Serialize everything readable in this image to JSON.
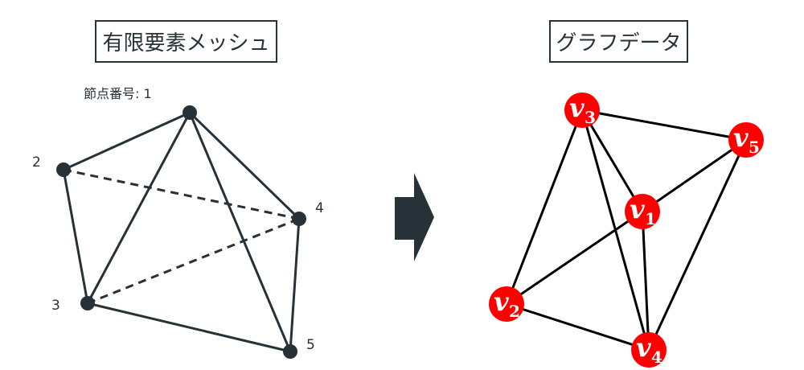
{
  "left": {
    "title": "有限要素メッシュ",
    "node_caption": "節点番号: 1",
    "node_labels": [
      "2",
      "3",
      "4",
      "5"
    ],
    "solid_edges": [
      [
        1,
        2
      ],
      [
        1,
        3
      ],
      [
        1,
        4
      ],
      [
        1,
        5
      ],
      [
        2,
        3
      ],
      [
        3,
        5
      ],
      [
        4,
        5
      ]
    ],
    "dashed_edges": [
      [
        2,
        4
      ],
      [
        3,
        4
      ]
    ]
  },
  "right": {
    "title": "グラフデータ",
    "vertices": [
      {
        "name": "v",
        "sub": "1"
      },
      {
        "name": "v",
        "sub": "2"
      },
      {
        "name": "v",
        "sub": "3"
      },
      {
        "name": "v",
        "sub": "4"
      },
      {
        "name": "v",
        "sub": "5"
      }
    ],
    "edges": [
      [
        3,
        5
      ],
      [
        3,
        2
      ],
      [
        3,
        4
      ],
      [
        3,
        1
      ],
      [
        5,
        1
      ],
      [
        5,
        4
      ],
      [
        1,
        2
      ],
      [
        1,
        4
      ],
      [
        2,
        4
      ]
    ]
  },
  "colors": {
    "mesh": "#263238",
    "vertex": "#ff0000",
    "edge": "#000000"
  }
}
